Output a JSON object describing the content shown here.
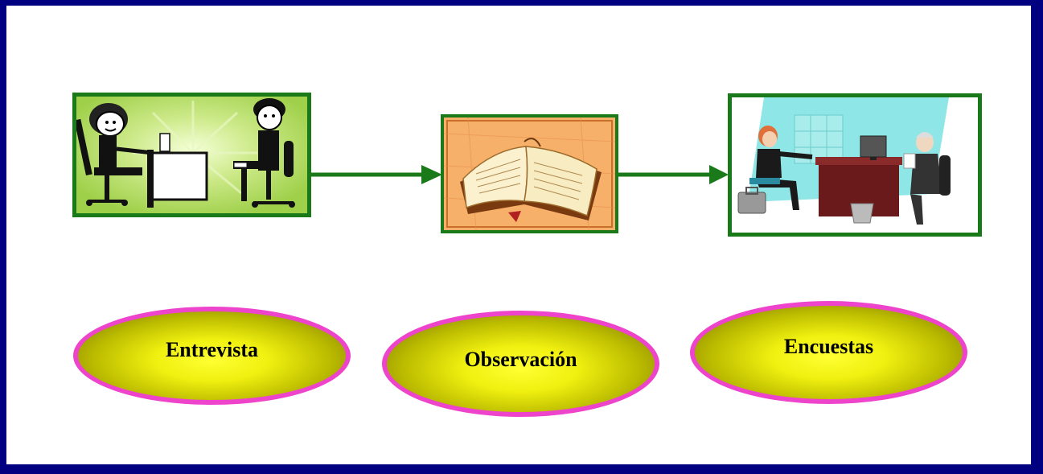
{
  "colors": {
    "outer_border": "#000080",
    "background": "#ffffff",
    "picture_frame": "#1a7a1a",
    "arrow": "#1a7a1a",
    "oval_outline": "#ee44cc",
    "oval_fill_center": "#ffff33",
    "oval_fill_edge": "#6f6b00"
  },
  "pictures": [
    {
      "icon": "interview-clipart-icon"
    },
    {
      "icon": "open-book-clipart-icon"
    },
    {
      "icon": "office-meeting-clipart-icon"
    }
  ],
  "labels": {
    "entrevista": "Entrevista",
    "observacion": "Observación",
    "encuestas": "Encuestas"
  }
}
